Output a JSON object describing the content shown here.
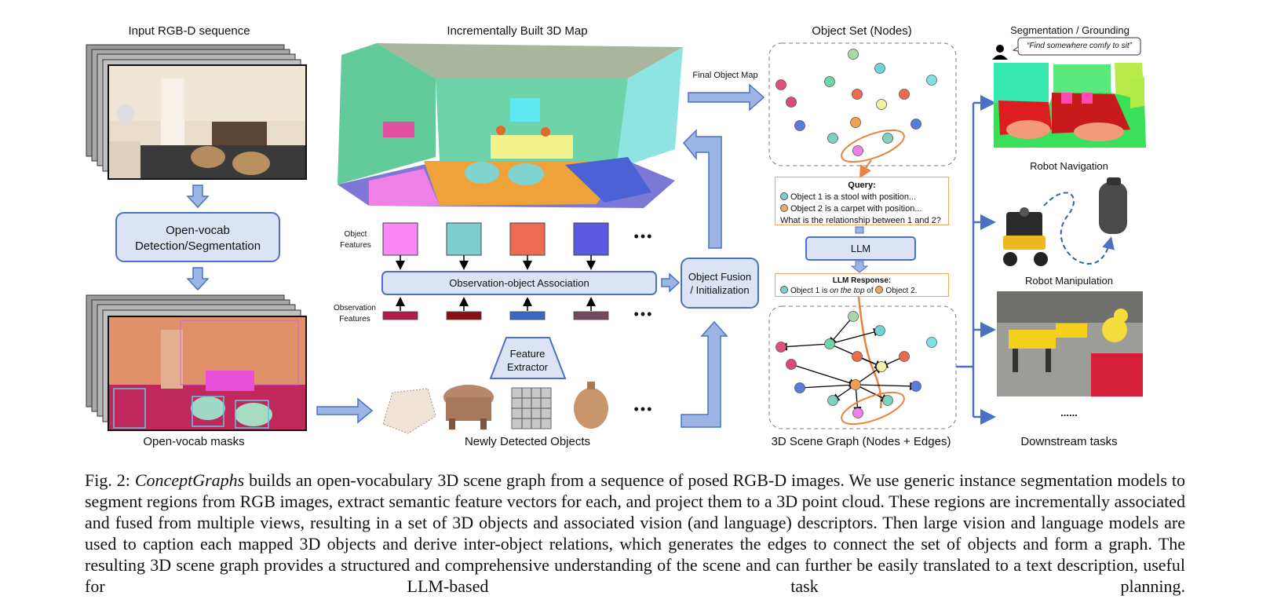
{
  "labels": {
    "input_rgbd": "Input RGB-D sequence",
    "incremental_map": "Incrementally Built 3D Map",
    "object_set": "Object Set (Nodes)",
    "segmentation_grounding": "Segmentation / Grounding",
    "final_object_map": "Final Object Map",
    "open_vocab_det": "Open-vocab\nDetection/Segmentation",
    "object_features": "Object\nFeatures",
    "observation_features": "Observation\nFeatures",
    "association": "Observation-object Association",
    "fusion": "Object Fusion\n/ Initialization",
    "feature_extractor": "Feature\nExtractor",
    "open_vocab_masks": "Open-vocab masks",
    "newly_detected": "Newly Detected Objects",
    "scene_graph": "3D Scene Graph (Nodes + Edges)",
    "downstream": "Downstream tasks",
    "robot_navigation": "Robot Navigation",
    "robot_manipulation": "Robot Manipulation",
    "llm": "LLM",
    "speech": "“Find somewhere comfy to sit”",
    "ellipsis_dots": "•••",
    "ellipsis_small": "......"
  },
  "query": {
    "title": "Query",
    "line1": "Object 1 is a stool with position...",
    "line2": "Object 2 is a carpet with position...",
    "line3": "What is the relationship between 1 and 2?"
  },
  "response": {
    "title": "LLM Response",
    "pre": "Object 1 is ",
    "em": "on the top",
    "mid": " of ",
    "post": "Object 2."
  },
  "caption": {
    "prefix": "Fig. 2: ",
    "name": "ConceptGraphs",
    "body": " builds an open-vocabulary 3D scene graph from a sequence of posed RGB-D images. We use generic instance segmentation models to segment regions from RGB images, extract semantic feature vectors for each, and project them to a 3D point cloud. These regions are incrementally associated and fused from multiple views, resulting in a set of 3D objects and associated vision (and language) descriptors. Then large vision and language models are used to caption each mapped 3D objects and derive inter-object relations, which generates the edges to connect the set of objects and form a graph. The resulting 3D scene graph provides a structured and comprehensive understanding of the scene and can further be easily translated to a text description, useful for LLM-based task planning."
  },
  "colors": {
    "box_fill": "#dce3f5",
    "box_stroke": "#4a72c4",
    "arrow_fill": "#9db5e4",
    "orange": "#e8843f",
    "feature_pink": "#fb87f4",
    "feature_teal": "#7bcfcf",
    "feature_orange": "#ef6a52",
    "feature_blue": "#5b5ae0",
    "obs_red1": "#b01e48",
    "obs_red2": "#8a0f13",
    "obs_blue": "#3f66c6",
    "obs_purple": "#734860"
  }
}
